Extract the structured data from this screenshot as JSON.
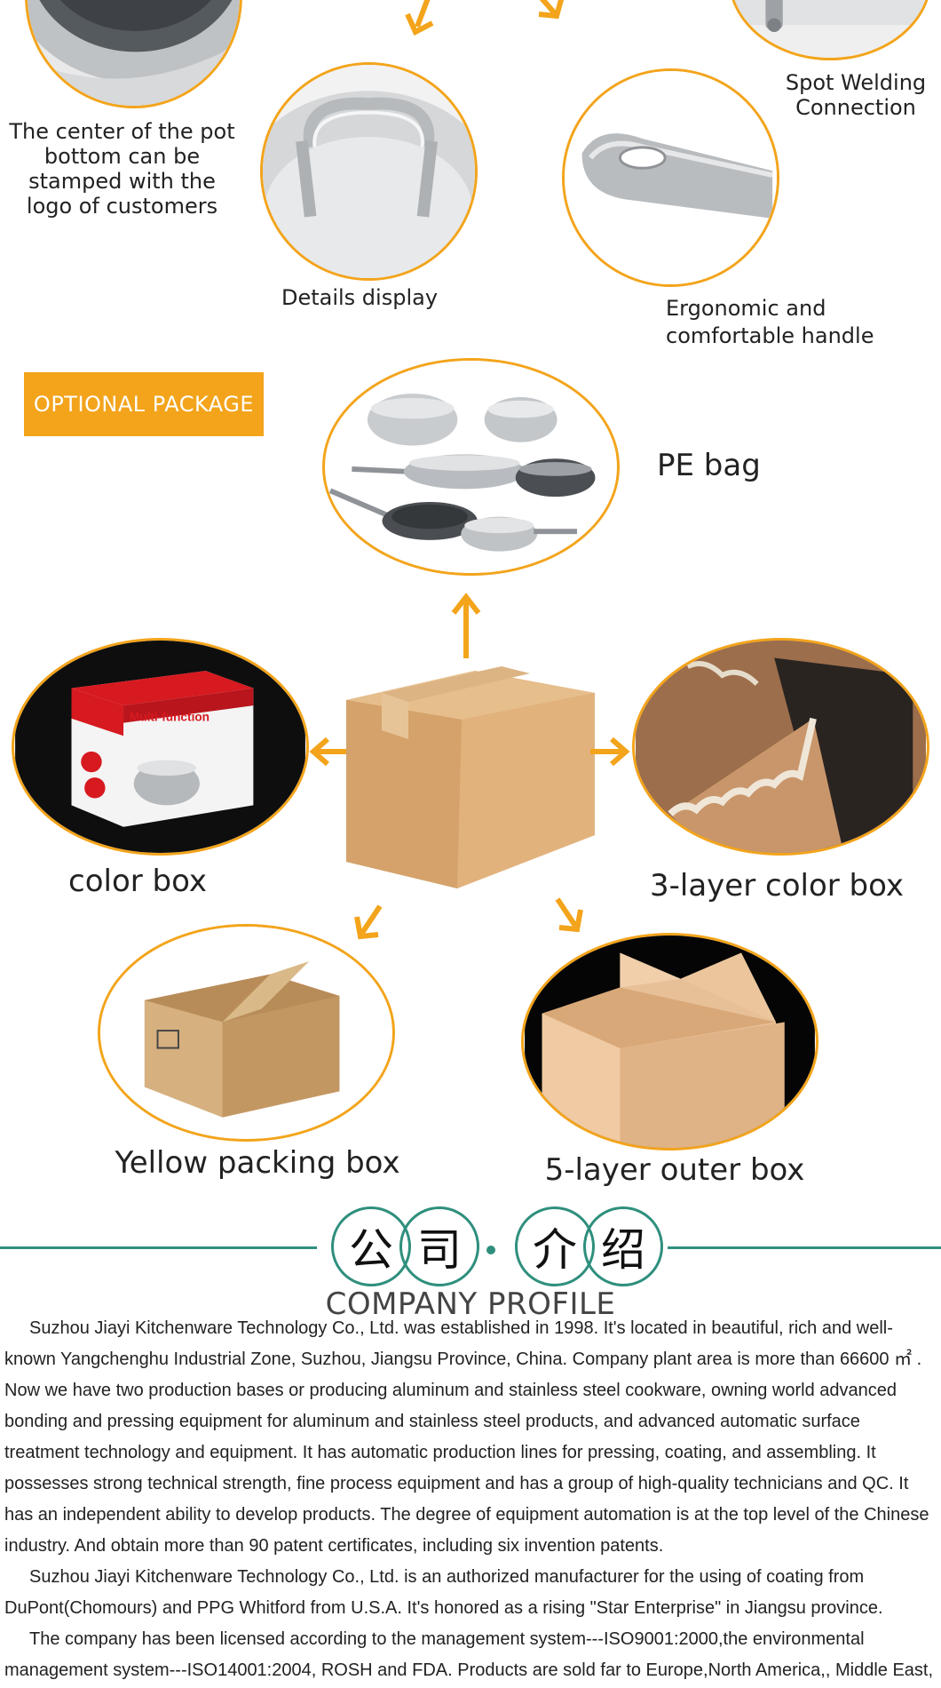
{
  "features": {
    "stamp_logo": "The center of the pot bottom can be stamped with the logo of customers",
    "details": "Details display",
    "handle": "Ergonomic and comfortable handle",
    "welding": "Spot Welding Connection"
  },
  "package": {
    "badge": "OPTIONAL PACKAGE",
    "pe_bag": "PE bag",
    "color_box": "color box",
    "three_layer": "3-layer color box",
    "yellow_box": "Yellow packing box",
    "five_layer": "5-layer outer box",
    "color_box_print": "Multi-function"
  },
  "company": {
    "zh_chars": [
      "公",
      "司",
      "介",
      "绍"
    ],
    "title": "COMPANY PROFILE",
    "paragraphs": [
      "Suzhou Jiayi Kitchenware Technology Co., Ltd. was established in 1998. It's located in beautiful, rich and well-known Yangchenghu Industrial Zone, Suzhou, Jiangsu Province, China. Company plant area is more than 66600 ㎡ . Now we have two production bases or producing aluminum and stainless steel cookware, owning world advanced bonding and pressing equipment for aluminum and stainless steel products, and advanced automatic surface treatment technology and equipment. It has automatic production lines for pressing, coating, and assembling. It possesses strong technical strength, fine process equipment and has a group of high-quality technicians and QC. It has an independent ability to develop products. The degree of equipment automation is at the top level of the Chinese industry. And obtain more than 90 patent certificates, including six invention patents.",
      "Suzhou Jiayi Kitchenware Technology Co., Ltd. is an authorized manufacturer for the using of coating from DuPont(Chomours) and PPG Whitford from U.S.A. It's honored as a rising \"Star Enterprise\" in Jiangsu province.",
      "The company has been licensed according to the management system---ISO9001:2000,the environmental management system---ISO14001:2004, ROSH and FDA. Products are sold far to Europe,North America,, Middle East,"
    ]
  },
  "colors": {
    "accent": "#f3a41b",
    "teal": "#2f8f7d"
  }
}
